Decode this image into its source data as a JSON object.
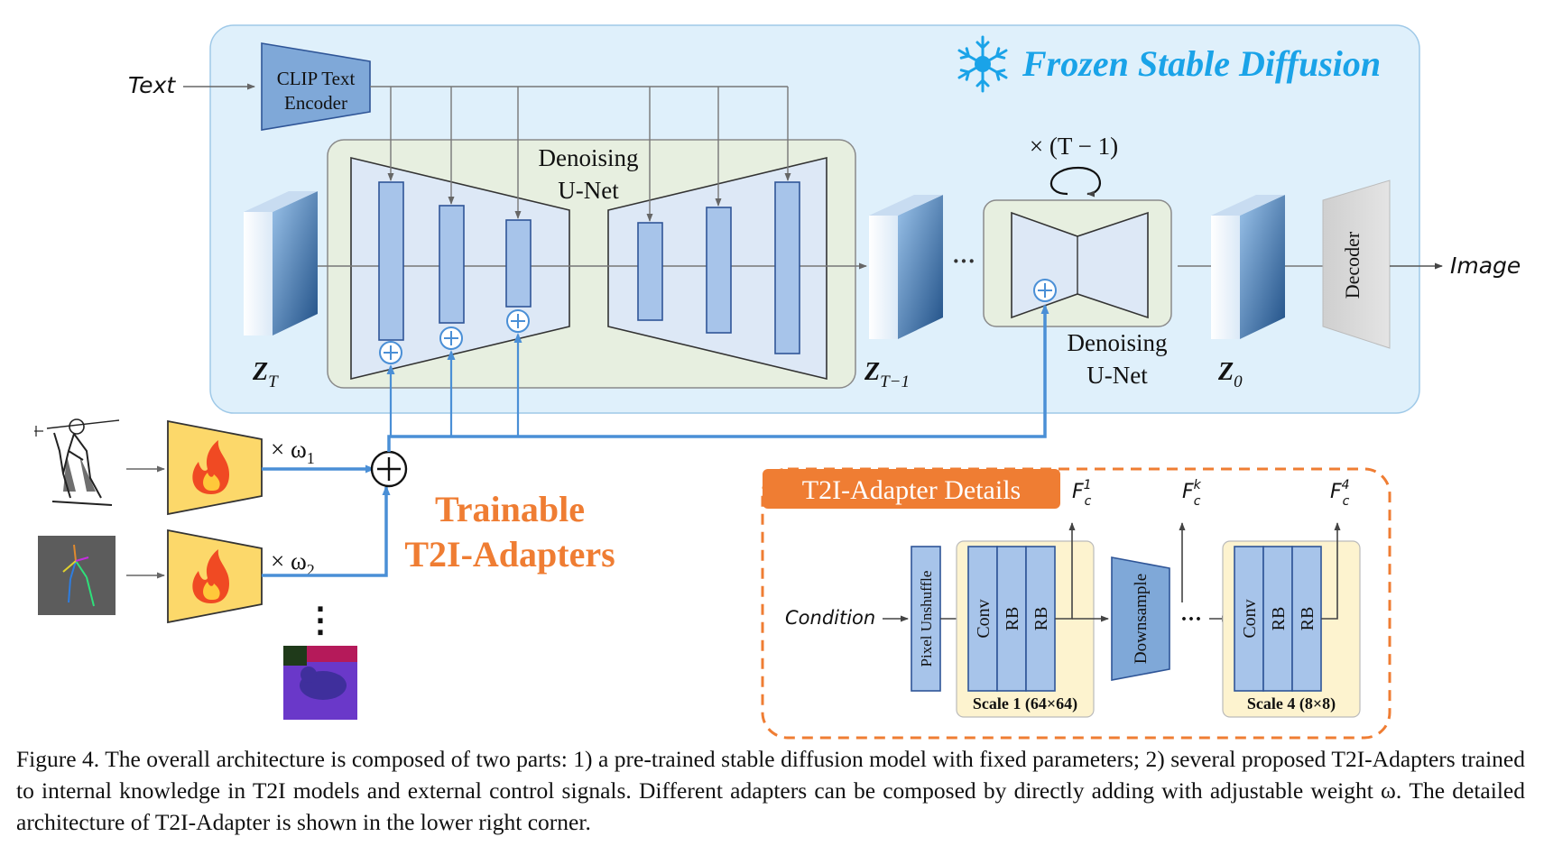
{
  "frozen": {
    "title": "Frozen Stable Diffusion",
    "icon": "snowflake-icon"
  },
  "inputs": {
    "text": "Text",
    "image": "Image",
    "condition": "Condition"
  },
  "clip": {
    "line1": "CLIP Text",
    "line2": "Encoder"
  },
  "unet_main": {
    "line1": "Denoising",
    "line2": "U-Net"
  },
  "unet_small": {
    "line1": "Denoising",
    "line2": "U-Net",
    "repeat": "× (T − 1)"
  },
  "latents": {
    "zT_main": "Z",
    "zT_sub": "T",
    "zT1_main": "Z",
    "zT1_sub": "T−1",
    "z0_main": "Z",
    "z0_sub": "0"
  },
  "dots": "···",
  "decoder": "Decoder",
  "adapters": {
    "title_line1": "Trainable",
    "title_line2": "T2I-Adapters",
    "w1": "× ω",
    "w1_sub": "1",
    "w2": "× ω",
    "w2_sub": "2",
    "icon": "flame-icon",
    "vdots": "⋮"
  },
  "details": {
    "title": "T2I-Adapter Details",
    "pixel_unshuffle": "Pixel Unshuffle",
    "conv": "Conv",
    "rb": "RB",
    "downsample": "Downsample",
    "scale1": "Scale 1 (64×64)",
    "scale4": "Scale 4 (8×8)",
    "f1": "F",
    "f1_sub": "c",
    "f1_sup": "1",
    "fk": "F",
    "fk_sub": "c",
    "fk_sup": "k",
    "f4": "F",
    "f4_sub": "c",
    "f4_sup": "4",
    "dots": "···"
  },
  "colors": {
    "frozen_bg": "#dff0fb",
    "frozen_title": "#1aa3e8",
    "adapter_orange": "#ef7d33",
    "adapter_fill": "#fcd86a",
    "block_blue": "#a7c4ea",
    "block_border": "#2f5597",
    "arrow_blue": "#4a8fd6"
  },
  "caption": "Figure 4. The overall architecture is composed of two parts: 1) a pre-trained stable diffusion model with fixed parameters; 2) several proposed T2I-Adapters trained to internal knowledge in T2I models and external control signals. Different adapters can be composed by directly adding with adjustable weight ω. The detailed architecture of T2I-Adapter is shown in the lower right corner."
}
